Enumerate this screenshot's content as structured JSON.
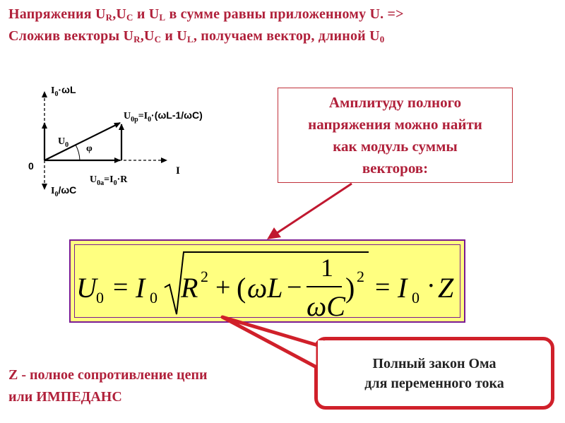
{
  "header": {
    "line1": {
      "pre": "Напряжения U",
      "sub_r": "R",
      "mid1": ",U",
      "sub_c": "C",
      "mid2": " и U",
      "sub_l": "L",
      "post": " в сумме равны приложенному U. =>"
    },
    "line2": {
      "pre": "Сложив векторы U",
      "sub_r": "R",
      "mid1": ",U",
      "sub_c": "C",
      "mid2": " и U",
      "sub_l": "L",
      "mid3": ", получаем вектор, длиной U",
      "sub_0": "0"
    }
  },
  "diagram": {
    "axis_top": {
      "main": "I",
      "sub": "0",
      "rest": "·ωL"
    },
    "axis_bottom": {
      "main": "I",
      "sub": "0",
      "rest": "/ωC"
    },
    "origin": "0",
    "axis_right": "I",
    "vector": {
      "main": "U",
      "sub": "0"
    },
    "angle": "φ",
    "reactive": {
      "main": "U",
      "sub": "0р",
      "rest": "=I",
      "sub2": "0",
      "rest2": "·(ωL-1/ωC)"
    },
    "active": {
      "main": "U",
      "sub": "0а",
      "rest": "=I",
      "sub2": "0",
      "rest2": "·R"
    }
  },
  "callout": {
    "lines": [
      "Амплитуду полного",
      "напряжения можно найти",
      "как модуль суммы",
      "векторов:"
    ]
  },
  "formula": {
    "u": "U",
    "u_sub": "0",
    "eq1": "=",
    "i": "I",
    "i_sub": "0",
    "r": "R",
    "sq1": "2",
    "plus": "+",
    "lpar": "(",
    "omega_l": "ωL",
    "minus": "−",
    "num": "1",
    "den": "ωC",
    "rpar": ")",
    "sq2": "2",
    "eq2": "=",
    "i2": "I",
    "i2_sub": "0",
    "dot": "·",
    "z": "Z"
  },
  "ohm_callout": {
    "line1": "Полный закон Ома",
    "line2": "для переменного тока"
  },
  "footer": {
    "line1": "Z - полное сопротивление цепи",
    "line2": "или ИМПЕДАНС"
  },
  "colors": {
    "heading": "#b0203a",
    "formula_bg": "#ffff80",
    "formula_border": "#7a1a92",
    "arrow": "#c01830",
    "ohm_border": "#d0202a"
  }
}
